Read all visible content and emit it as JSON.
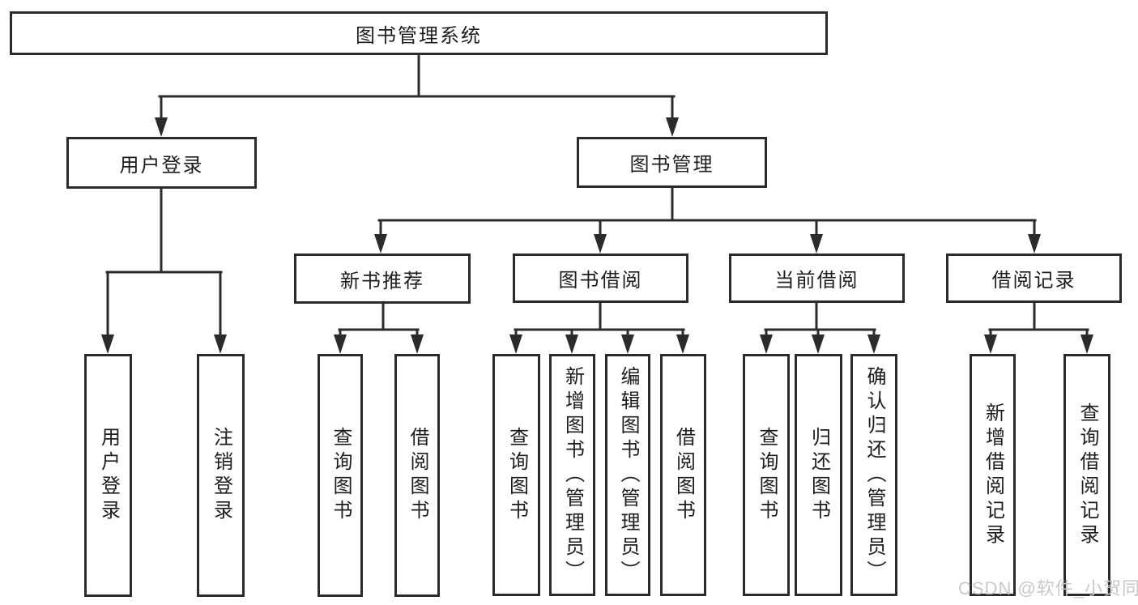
{
  "tree": {
    "label": "图书管理系统",
    "children": [
      {
        "label": "用户登录",
        "children": [
          {
            "label": "用户登录"
          },
          {
            "label": "注销登录"
          }
        ]
      },
      {
        "label": "图书管理",
        "children": [
          {
            "label": "新书推荐",
            "children": [
              {
                "label": "查询图书"
              },
              {
                "label": "借阅图书"
              }
            ]
          },
          {
            "label": "图书借阅",
            "children": [
              {
                "label": "查询图书"
              },
              {
                "label": "新增图书（管理员）"
              },
              {
                "label": "编辑图书（管理员）"
              },
              {
                "label": "借阅图书"
              }
            ]
          },
          {
            "label": "当前借阅",
            "children": [
              {
                "label": "查询图书"
              },
              {
                "label": "归还图书"
              },
              {
                "label": "确认归还（管理员）"
              }
            ]
          },
          {
            "label": "借阅记录",
            "children": [
              {
                "label": "新增借阅记录"
              },
              {
                "label": "查询借阅记录"
              }
            ]
          }
        ]
      }
    ]
  },
  "watermark": "CSDN @软件_小贺同学",
  "colors": {
    "line": "#2b2b2b",
    "text": "#1d1d1d",
    "watermark": "#c6c6c6",
    "background": "#ffffff"
  }
}
